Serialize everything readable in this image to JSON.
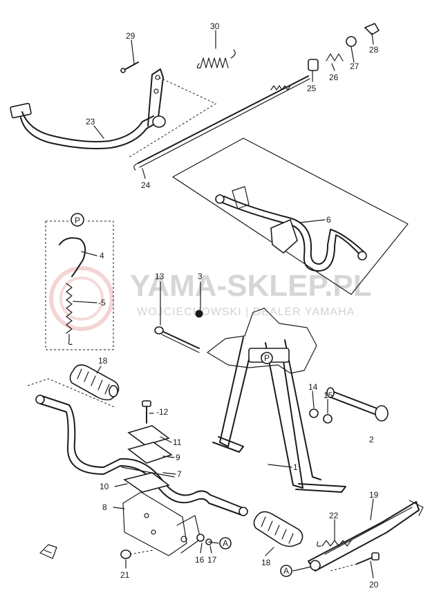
{
  "labels": {
    "p2": "2",
    "p3": "3",
    "p4": "4",
    "p5": "-5",
    "p6": "6",
    "p7": "7",
    "p8": "8",
    "p9": "9",
    "p10": "10",
    "p11": "11",
    "p12": "-12",
    "p13": "13",
    "p14": "14",
    "p15": "15",
    "p16": "16",
    "p17": "17",
    "p18a": "18",
    "p18b": "18",
    "p19": "19",
    "p20": "20",
    "p21": "21",
    "p22": "22",
    "p23": "23",
    "p24": "24",
    "p25": "25",
    "p26": "26",
    "p27": "27",
    "p28": "28",
    "p29": "29",
    "p30": "30",
    "p_one": "1"
  },
  "markers": {
    "p_top": "P",
    "p_stand": "P",
    "a_left": "A",
    "a_right": "A"
  },
  "watermark": {
    "title": "YAMA-SKLEP.PL",
    "subtitle": "WOJCIECHOWSKI | DEALER YAMAHA"
  }
}
